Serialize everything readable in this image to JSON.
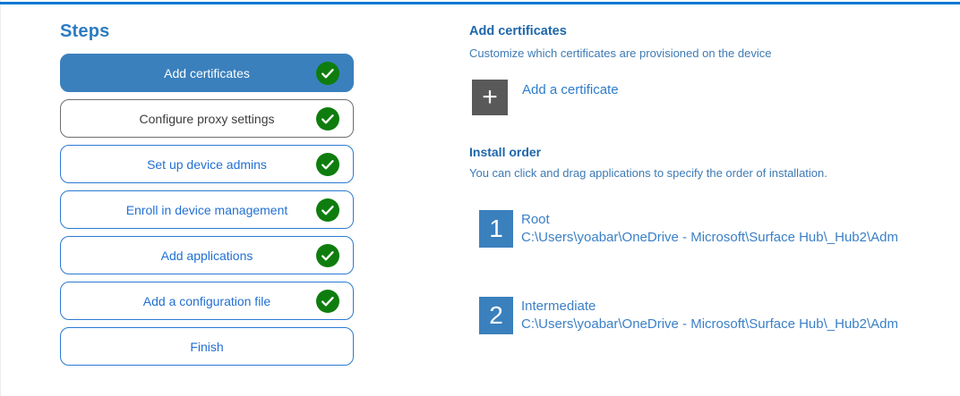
{
  "colors": {
    "top_bar": "#0078d7",
    "active_step_blue": "#3a80bd",
    "step_link_blue": "#2270d2",
    "heading_blue": "#1d66ab",
    "body_text_blue": "#3d7ab5",
    "check_green": "#0e7d0e",
    "tile_gray": "#595959"
  },
  "sidebar": {
    "title": "Steps",
    "steps": [
      {
        "label": "Add certificates",
        "completed": true,
        "state": "active"
      },
      {
        "label": "Configure proxy settings",
        "completed": true,
        "state": "visited"
      },
      {
        "label": "Set up device admins",
        "completed": true,
        "state": "normal"
      },
      {
        "label": "Enroll in device management",
        "completed": true,
        "state": "normal"
      },
      {
        "label": "Add applications",
        "completed": true,
        "state": "normal"
      },
      {
        "label": "Add a configuration file",
        "completed": true,
        "state": "normal"
      },
      {
        "label": "Finish",
        "completed": false,
        "state": "normal"
      }
    ]
  },
  "main": {
    "section_title": "Add certificates",
    "section_description": "Customize which certificates are provisioned on the device",
    "add_button": {
      "plus_icon": "+",
      "label": "Add a certificate"
    },
    "install_order": {
      "title": "Install order",
      "description": "You can click and drag applications to specify the order of installation.",
      "items": [
        {
          "number": "1",
          "name": "Root",
          "path": "C:\\Users\\yoabar\\OneDrive - Microsoft\\Surface Hub\\_Hub2\\Adm"
        },
        {
          "number": "2",
          "name": "Intermediate",
          "path": "C:\\Users\\yoabar\\OneDrive - Microsoft\\Surface Hub\\_Hub2\\Adm"
        }
      ]
    }
  }
}
